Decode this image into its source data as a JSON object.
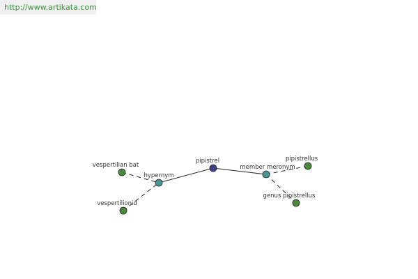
{
  "header": {
    "url": "http://www.artikata.com"
  },
  "graph": {
    "nodes": {
      "center": {
        "label": "pipistrel",
        "color": "#3b3f8c"
      },
      "hypernym": {
        "label": "hypernym",
        "color": "#4a9494"
      },
      "member_meronym": {
        "label": "member meronym",
        "color": "#4a9494"
      },
      "vespertilian_bat": {
        "label": "vespertilian bat",
        "color": "#4a8a3a"
      },
      "vespertilionid": {
        "label": "vespertilionid",
        "color": "#4a8a3a"
      },
      "pipistrellus": {
        "label": "pipistrellus",
        "color": "#4a8a3a"
      },
      "genus_pipistrellus": {
        "label": "genus pipistrellus",
        "color": "#4a8a3a"
      }
    }
  }
}
